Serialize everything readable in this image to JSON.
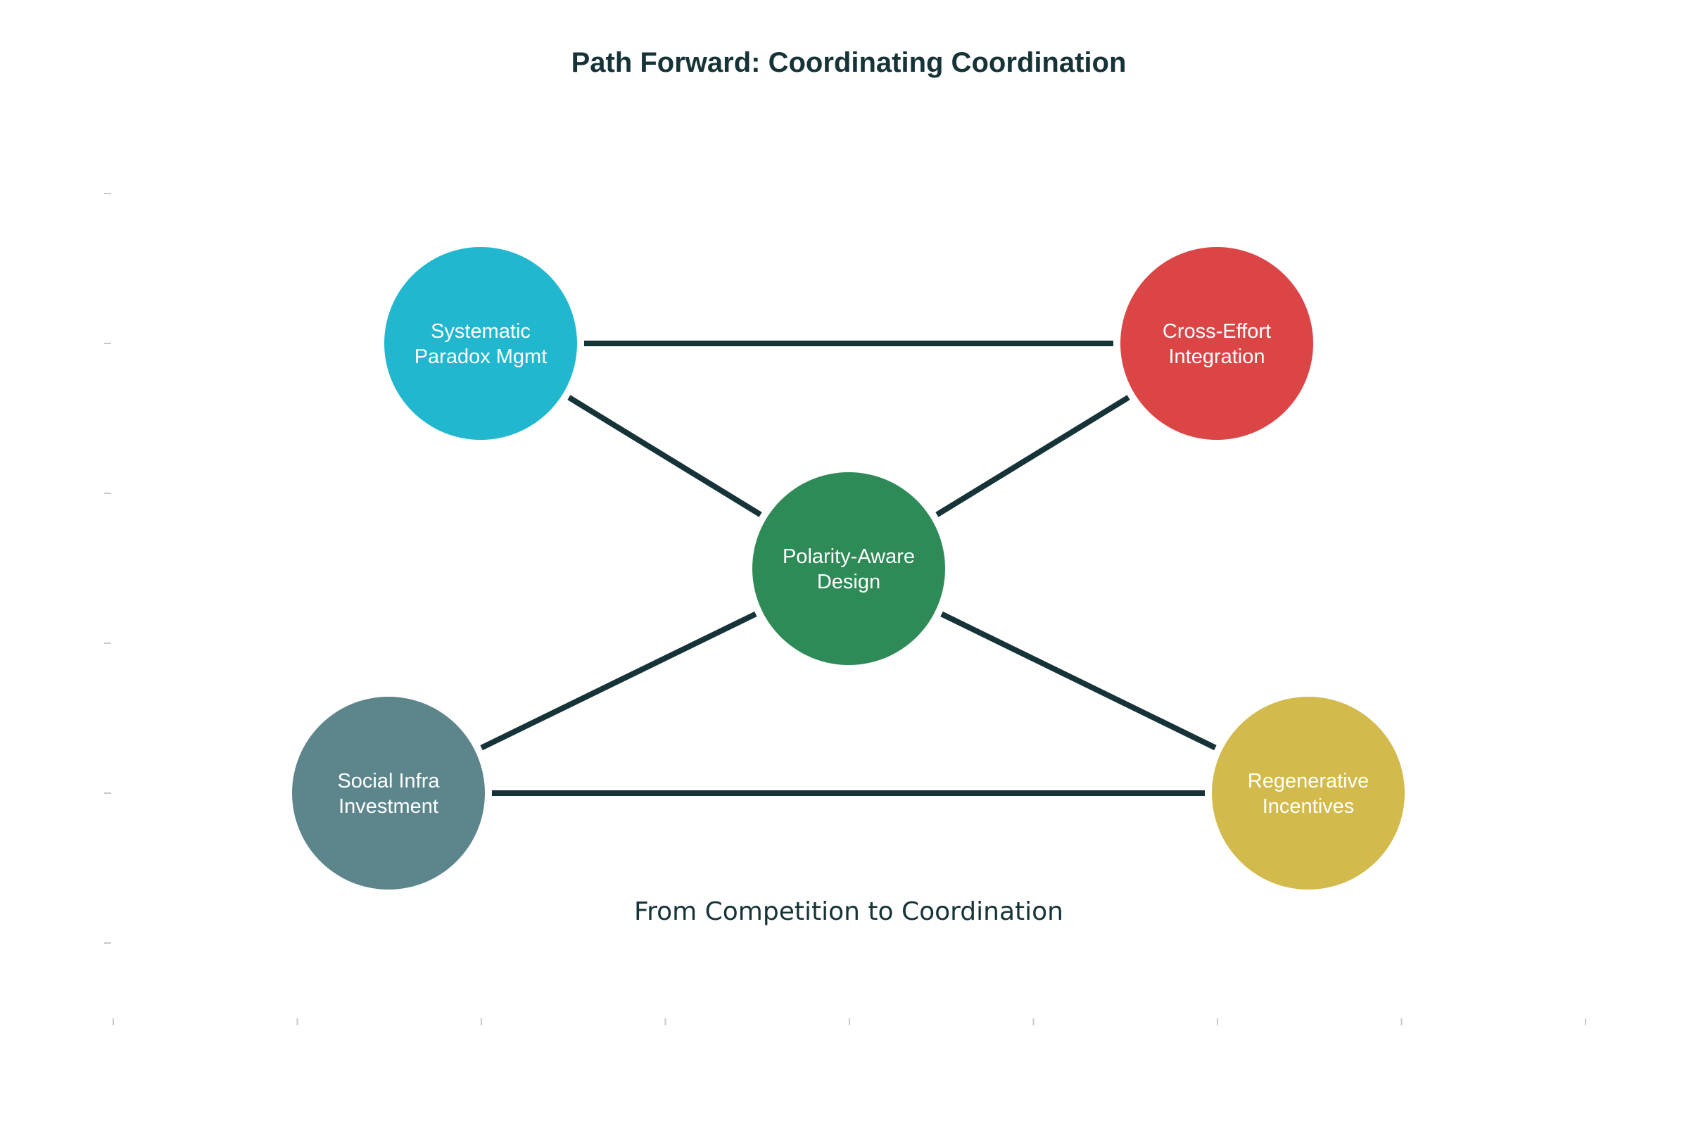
{
  "title": "Path Forward: Coordinating Coordination",
  "subtitle": "From Competition to Coordination",
  "colors": {
    "edge": "#163338",
    "text_dark": "#163338",
    "text_light": "#ffffff"
  },
  "nodes": [
    {
      "id": "systematic",
      "lines": [
        "Systematic",
        "Paradox Mgmt"
      ],
      "color": "#21B7CE"
    },
    {
      "id": "cross",
      "lines": [
        "Cross-Effort",
        "Integration"
      ],
      "color": "#DB4546"
    },
    {
      "id": "polarity",
      "lines": [
        "Polarity-Aware",
        "Design"
      ],
      "color": "#2E8A56"
    },
    {
      "id": "social",
      "lines": [
        "Social Infra",
        "Investment"
      ],
      "color": "#5D868C"
    },
    {
      "id": "regen",
      "lines": [
        "Regenerative",
        "Incentives"
      ],
      "color": "#D2BA4C"
    }
  ],
  "edges": [
    {
      "from": "systematic",
      "to": "cross"
    },
    {
      "from": "systematic",
      "to": "polarity"
    },
    {
      "from": "cross",
      "to": "polarity"
    },
    {
      "from": "polarity",
      "to": "social"
    },
    {
      "from": "polarity",
      "to": "regen"
    },
    {
      "from": "social",
      "to": "regen"
    }
  ]
}
